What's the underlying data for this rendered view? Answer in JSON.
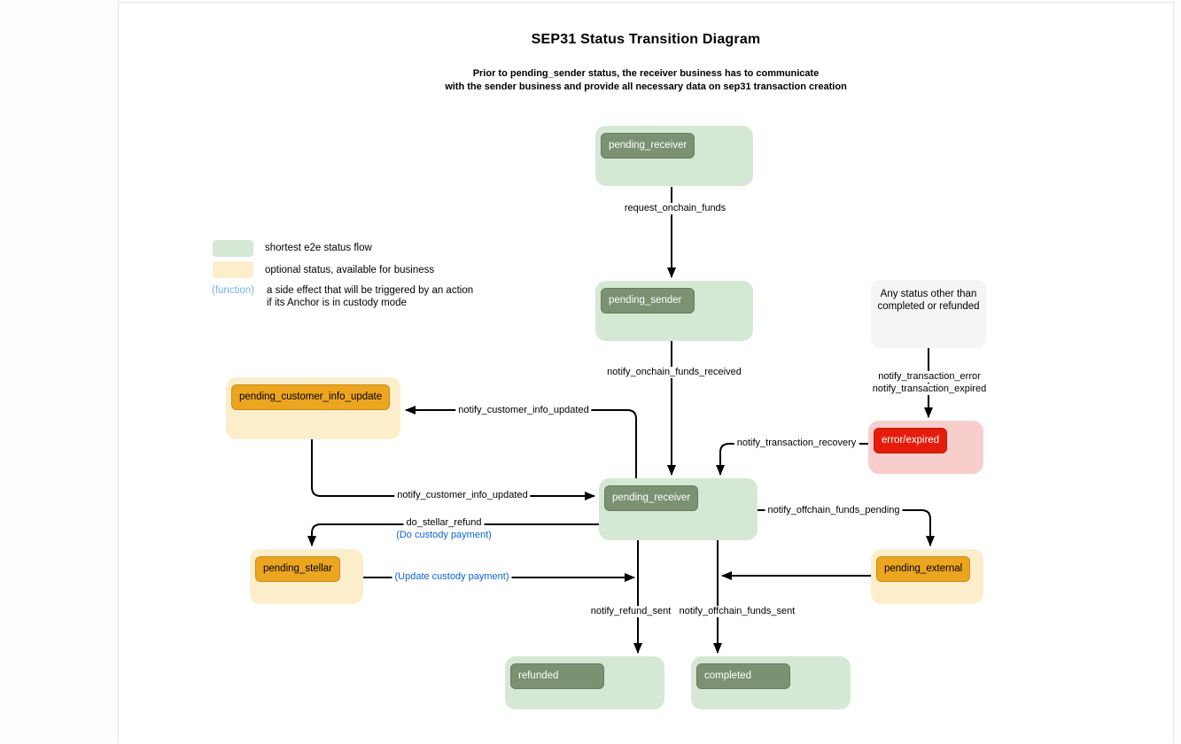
{
  "title": "SEP31 Status Transition Diagram",
  "subtitle": [
    "Prior to pending_sender status, the receiver business has to communicate",
    "with the sender business and provide all necessary data on sep31 transaction creation"
  ],
  "legend": {
    "shortest_flow": "shortest e2e status flow",
    "optional_status": "optional status, available for business",
    "function_token": "(function)",
    "function_desc": [
      "a side effect that will be triggered by an action",
      "if its Anchor is in custody mode"
    ]
  },
  "nodes": {
    "pending_receiver_top": "pending_receiver",
    "pending_sender": "pending_sender",
    "pending_receiver_mid": "pending_receiver",
    "pending_customer_info_update": "pending_customer_info_update",
    "pending_stellar": "pending_stellar",
    "pending_external": "pending_external",
    "error_expired": "error/expired",
    "refunded": "refunded",
    "completed": "completed",
    "any_status_line1": "Any status other than",
    "any_status_line2": "completed or refunded"
  },
  "edges": {
    "request_onchain_funds": "request_onchain_funds",
    "notify_onchain_funds_received": "notify_onchain_funds_received",
    "notify_customer_info_updated_top": "notify_customer_info_updated",
    "notify_customer_info_updated_bottom": "notify_customer_info_updated",
    "notify_transaction_error": "notify_transaction_error",
    "notify_transaction_expired": "notify_transaction_expired",
    "notify_transaction_recovery": "notify_transaction_recovery",
    "notify_offchain_funds_pending": "notify_offchain_funds_pending",
    "do_stellar_refund": "do_stellar_refund",
    "do_custody_payment": "(Do custody payment)",
    "update_custody_payment": "(Update custody payment)",
    "notify_refund_sent": "notify_refund_sent",
    "notify_offchain_funds_sent": "notify_offchain_funds_sent"
  },
  "colors": {
    "green_light": "#d5e8d4",
    "green_dark": "#7b9171",
    "yellow_light": "#fceecb",
    "orange": "#eca51f",
    "red_light": "#f8cecc",
    "red_dark": "#e51c0c",
    "gray_box": "#f5f5f5",
    "blue": "#0b62d8",
    "blue_light": "#74b2ec",
    "line": "#000000"
  }
}
